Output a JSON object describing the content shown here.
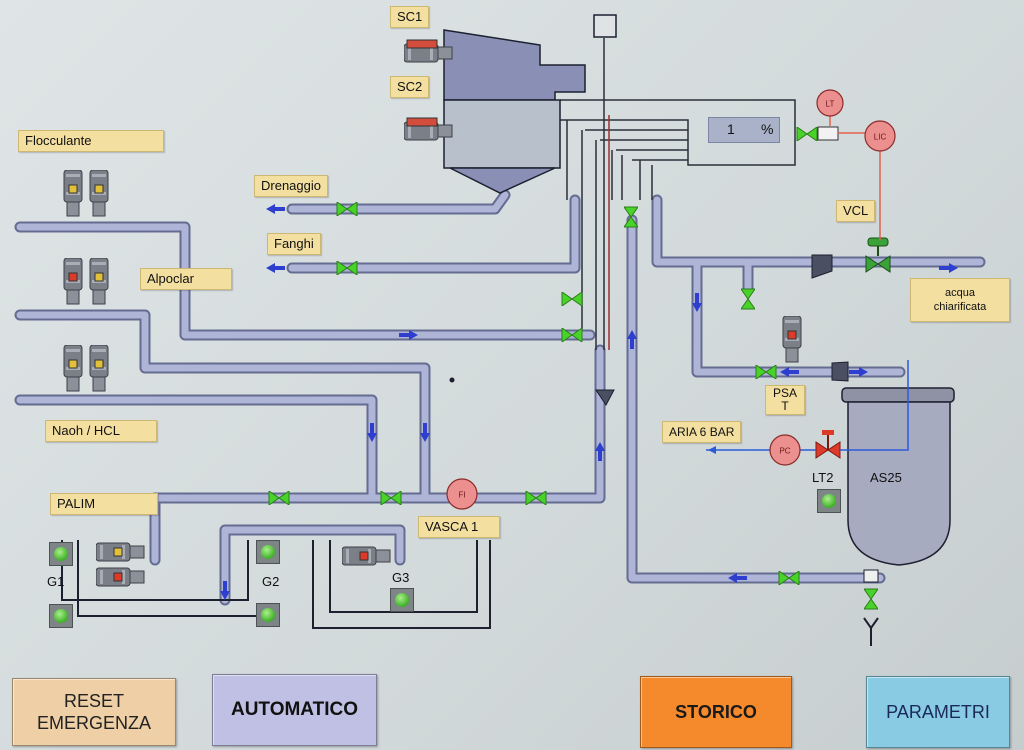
{
  "labels": {
    "sc1": "SC1",
    "sc2": "SC2",
    "flocculante": "Flocculante",
    "alpoclar": "Alpoclar",
    "naoh_hcl": "Naoh / HCL",
    "palim": "PALIM",
    "drenaggio": "Drenaggio",
    "fanghi": "Fanghi",
    "vcl": "VCL",
    "acqua_chiarificata": "acqua\nchiarificata",
    "psat": "PSA\nT",
    "aria": "ARIA 6 BAR",
    "lt2": "LT2",
    "as25": "AS25",
    "vasca1": "VASCA 1",
    "g1": "G1",
    "g2": "G2",
    "g3": "G3"
  },
  "instruments": {
    "lt": "LT",
    "lic": "LIC",
    "fi": "FI",
    "pc": "PC"
  },
  "level": {
    "value": "1",
    "unit": "%"
  },
  "buttons": {
    "reset": "RESET\nEMERGENZA",
    "automatico": "AUTOMATICO",
    "storico": "STORICO",
    "parametri": "PARAMETRI"
  },
  "colors": {
    "pipe": "#8f98c0",
    "valve_green": "#49d32a",
    "flow_arrow": "#2e3fd0",
    "instrument": "#ec8f8f",
    "reset_bg": "#efcfa6",
    "automatico_bg": "#bfc0e4",
    "storico_bg": "#f48a2c",
    "parametri_bg": "#88cbe2",
    "tag_bg": "#f3dfa0"
  }
}
